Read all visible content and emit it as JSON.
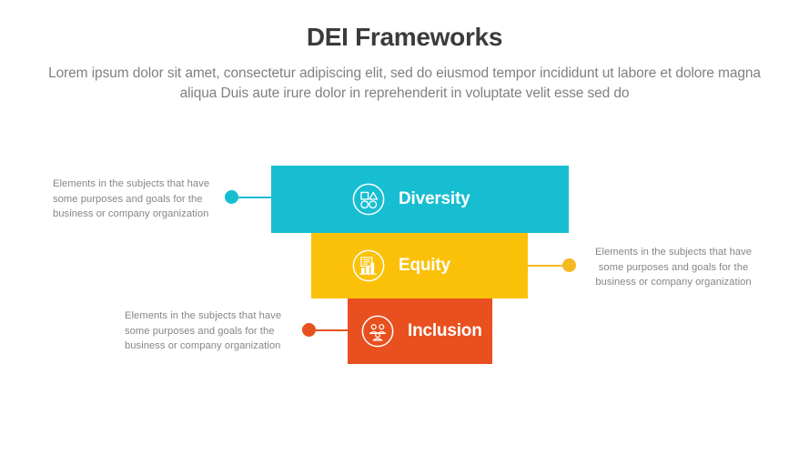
{
  "header": {
    "title": "DEI Frameworks",
    "subtitle": "Lorem ipsum dolor sit amet, consectetur adipiscing elit, sed do eiusmod tempor incididunt ut labore et dolore magna aliqua Duis aute irure dolor in reprehenderit in voluptate velit esse sed do"
  },
  "diagram": {
    "type": "inverted-funnel",
    "stages": [
      {
        "label": "Diversity",
        "color": "#17bed1",
        "icon": "shapes-icon",
        "description": "Elements in the subjects that have some purposes and goals for the business or company organization",
        "connector_side": "left"
      },
      {
        "label": "Equity",
        "color": "#fbc108",
        "icon": "chart-document-icon",
        "description": "Elements in the subjects that have some purposes and goals for the business or company organization",
        "connector_side": "right"
      },
      {
        "label": "Inclusion",
        "color": "#e9501f",
        "icon": "people-group-icon",
        "description": "Elements in the subjects that have some purposes and goals for the business or company organization",
        "connector_side": "left"
      }
    ]
  },
  "colors": {
    "title": "#3b3b3b",
    "subtitle": "#80807f",
    "description": "#86868a",
    "background": "#ffffff",
    "accent_cyan": "#17bed1",
    "accent_yellow": "#fbc108",
    "accent_orange": "#e9501f"
  }
}
